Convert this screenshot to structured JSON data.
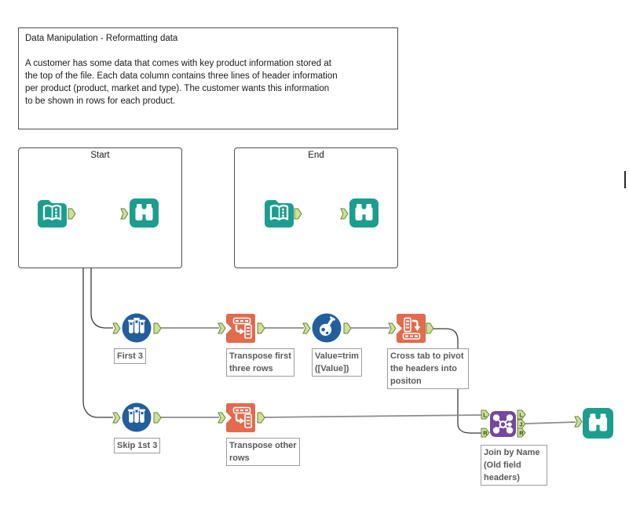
{
  "comment": {
    "title": "Data Manipulation - Reformatting data",
    "body": "A customer has some data that comes with key product information stored at\nthe top of the file.  Each data column contains three lines of header information\nper product (product, market and type).  The customer wants this information\nto be shown in rows for each product."
  },
  "containers": {
    "start_label": "Start",
    "end_label": "End"
  },
  "tools": {
    "sample_first": {
      "annotation": "First 3"
    },
    "transpose_first": {
      "annotation": "Transpose first\nthree rows"
    },
    "formula_trim": {
      "annotation": "Value=trim\n([Value])"
    },
    "crosstab": {
      "annotation": "Cross tab to pivot\nthe headers into\npositon"
    },
    "sample_skip": {
      "annotation": "Skip 1st 3"
    },
    "transpose_other": {
      "annotation": "Transpose other\nrows"
    },
    "join": {
      "annotation": "Join by Name\n(Old field\nheaders)",
      "inputs": [
        "L",
        "R"
      ],
      "outputs": [
        "L",
        "J",
        "R"
      ]
    }
  },
  "icons": {
    "input_data": "open-book-icon",
    "browse": "binoculars-icon",
    "sample": "test-tubes-icon",
    "formula": "flask-icon",
    "transpose": "transpose-icon",
    "crosstab": "crosstab-icon",
    "join": "join-network-icon"
  },
  "colors": {
    "teal": "#1b9e8e",
    "blue": "#235e9c",
    "orange": "#e26a4e",
    "purple": "#74489d",
    "anchor_fill": "#cde09a",
    "anchor_border": "#66832f",
    "wire": "#8c8c8c",
    "wire_dark": "#3a3a3a",
    "annotation_text": "#5a5a5a"
  }
}
